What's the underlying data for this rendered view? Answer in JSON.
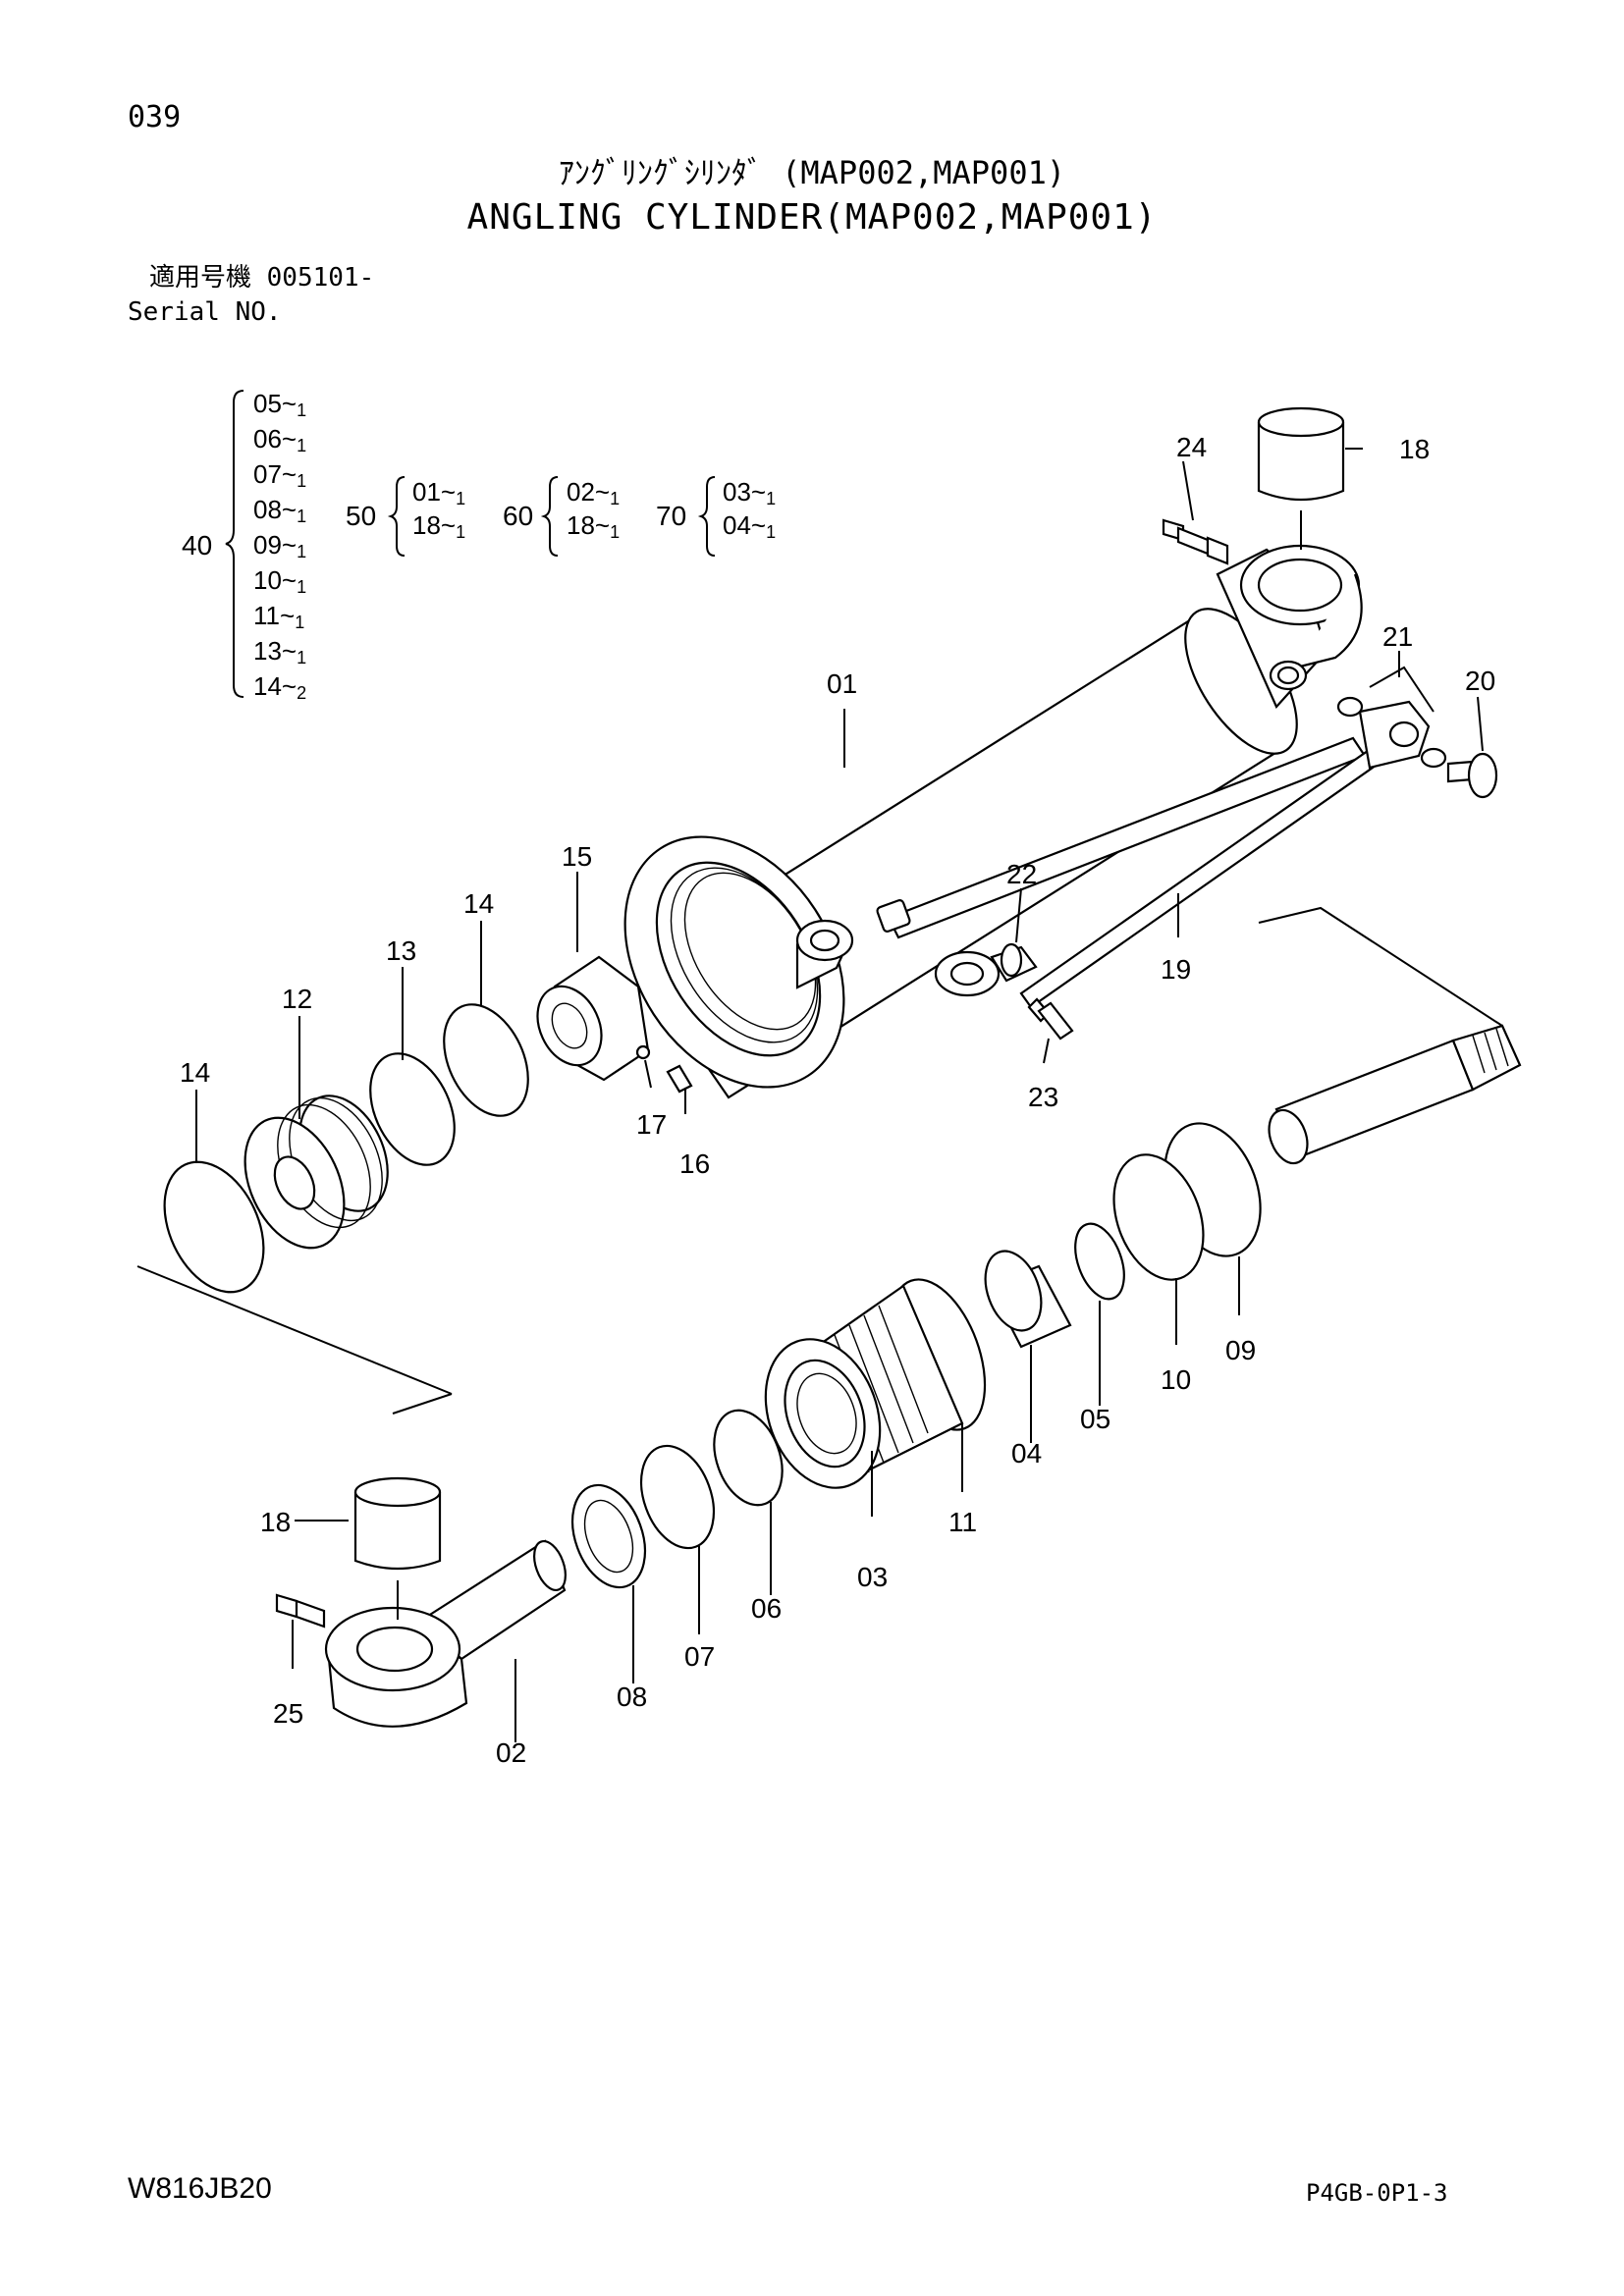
{
  "header": {
    "page_number": "039",
    "title_ja": "ｱﾝｸﾞﾘﾝｸﾞｼﾘﾝﾀﾞ (MAP002,MAP001)",
    "title_en": "ANGLING CYLINDER(MAP002,MAP001)",
    "serial_ja": "適用号機 005101-",
    "serial_en": "Serial NO."
  },
  "kit_groups": [
    {
      "kit": "40",
      "items": [
        {
          "part": "05",
          "qty": "1"
        },
        {
          "part": "06",
          "qty": "1"
        },
        {
          "part": "07",
          "qty": "1"
        },
        {
          "part": "08",
          "qty": "1"
        },
        {
          "part": "09",
          "qty": "1"
        },
        {
          "part": "10",
          "qty": "1"
        },
        {
          "part": "11",
          "qty": "1"
        },
        {
          "part": "13",
          "qty": "1"
        },
        {
          "part": "14",
          "qty": "2"
        }
      ]
    },
    {
      "kit": "50",
      "items": [
        {
          "part": "01",
          "qty": "1"
        },
        {
          "part": "18",
          "qty": "1"
        }
      ]
    },
    {
      "kit": "60",
      "items": [
        {
          "part": "02",
          "qty": "1"
        },
        {
          "part": "18",
          "qty": "1"
        }
      ]
    },
    {
      "kit": "70",
      "items": [
        {
          "part": "03",
          "qty": "1"
        },
        {
          "part": "04",
          "qty": "1"
        }
      ]
    }
  ],
  "callouts": {
    "p01": "01",
    "p02": "02",
    "p03": "03",
    "p04": "04",
    "p05": "05",
    "p06": "06",
    "p07": "07",
    "p08": "08",
    "p09": "09",
    "p10": "10",
    "p11": "11",
    "p12": "12",
    "p13": "13",
    "p14a": "14",
    "p14b": "14",
    "p15": "15",
    "p16": "16",
    "p17": "17",
    "p18a": "18",
    "p18b": "18",
    "p19": "19",
    "p20": "20",
    "p21": "21",
    "p22": "22",
    "p23": "23",
    "p24": "24",
    "p25": "25"
  },
  "footer": {
    "doc_code": "W816JB20",
    "doc_ref": "P4GB-0P1-3"
  }
}
